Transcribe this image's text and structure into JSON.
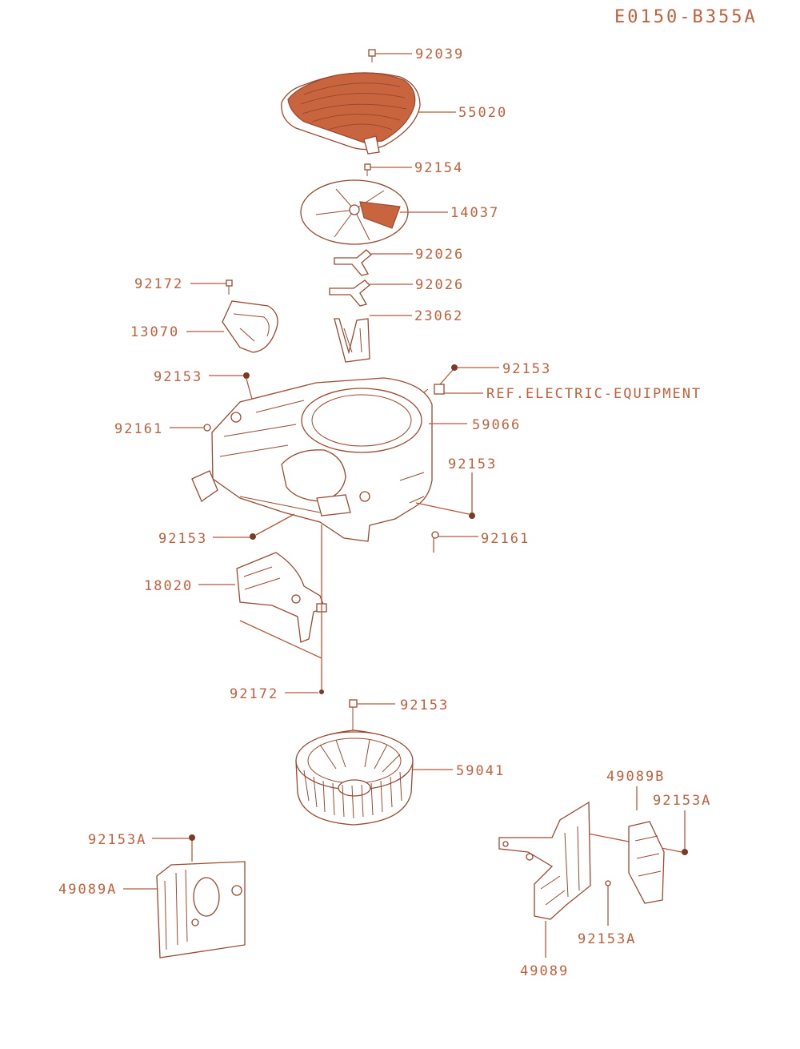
{
  "diagram_code": "E0150-B355A",
  "colors": {
    "ink": "#c0603c",
    "fill": "#c8643e",
    "line": "#b8583a"
  },
  "labels": {
    "p92039": "92039",
    "p55020": "55020",
    "p92154": "92154",
    "p14037": "14037",
    "p92026_a": "92026",
    "p92026_b": "92026",
    "p92172_a": "92172",
    "p13070": "13070",
    "p23062": "23062",
    "p92153_a": "92153",
    "p92153_b": "92153",
    "ref_electric": "REF.ELECTRIC-EQUIPMENT",
    "p92161_a": "92161",
    "p59066": "59066",
    "p92153_c": "92153",
    "p92153_d": "92153",
    "p92161_b": "92161",
    "p18020": "18020",
    "p92172_b": "92172",
    "p92153_e": "92153",
    "p59041": "59041",
    "p49089B": "49089B",
    "p92153A_a": "92153A",
    "p92153A_b": "92153A",
    "p49089A": "49089A",
    "p92153A_c": "92153A",
    "p49089": "49089"
  }
}
